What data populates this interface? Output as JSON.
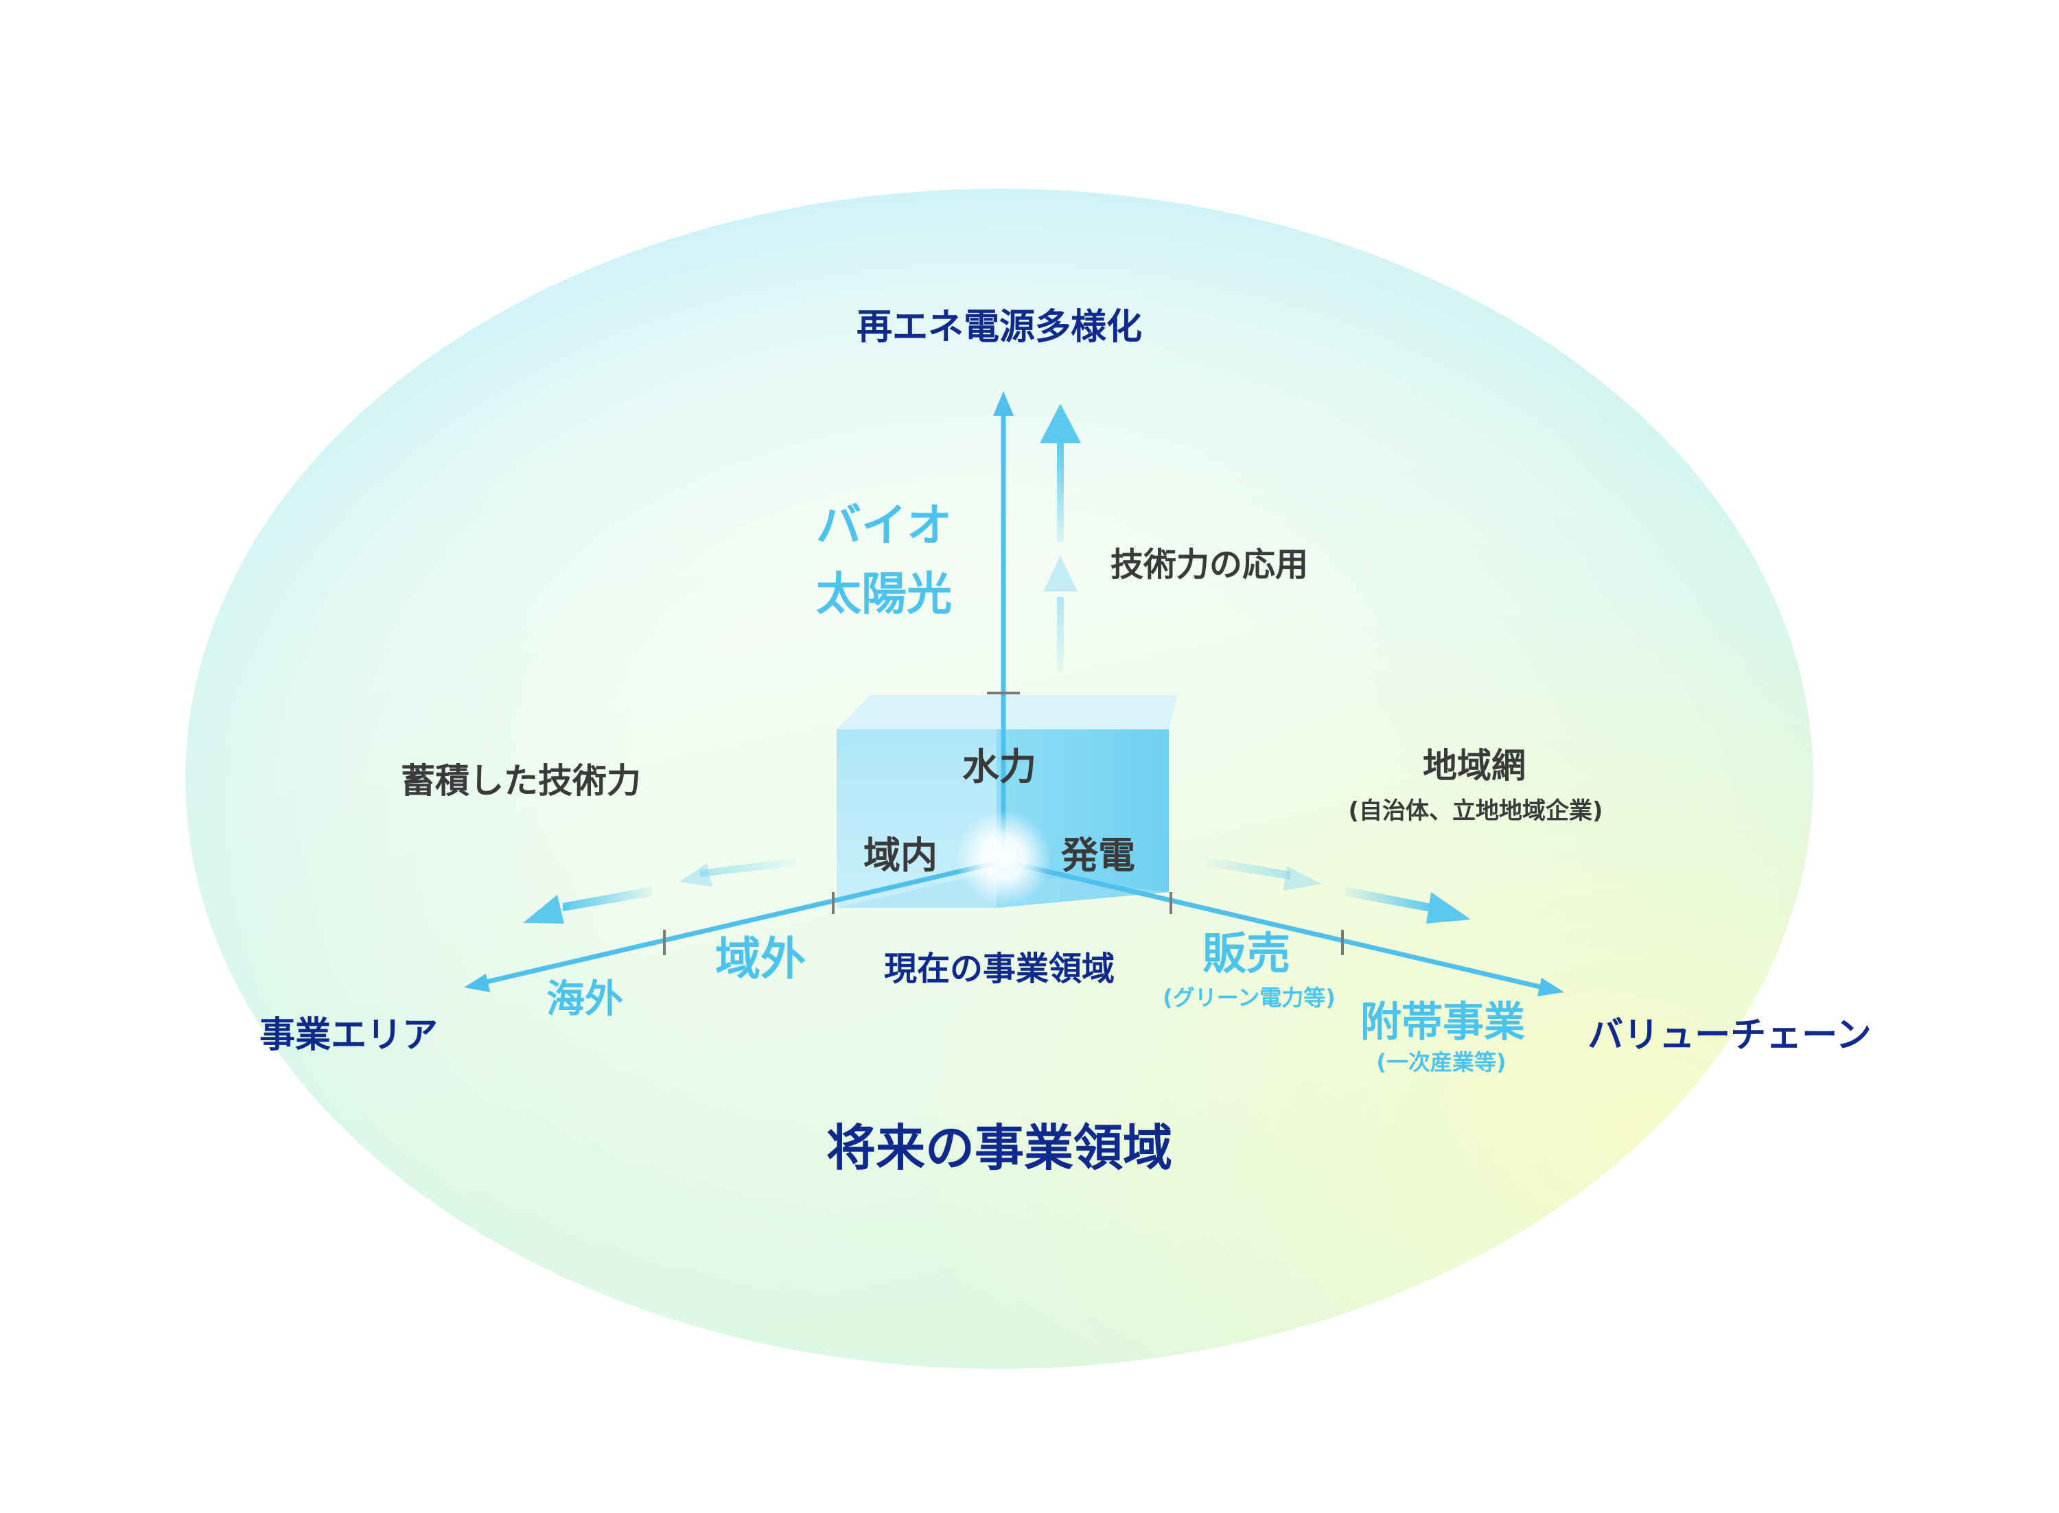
{
  "axes": {
    "top": "再エネ電源多様化",
    "left": "事業エリア",
    "right": "バリューチェーン"
  },
  "future_title": "将来の事業領域",
  "current_label": "現在の事業領域",
  "cube": {
    "top": "水力",
    "left": "域内",
    "right": "発電"
  },
  "vertical_items": [
    "バイオ",
    "太陽光"
  ],
  "left_items": {
    "inner": "域外",
    "outer": "海外"
  },
  "right_items": {
    "inner": "販売",
    "inner_sub": "(グリーン電力等)",
    "outer": "附帯事業",
    "outer_sub": "(一次産業等)"
  },
  "notes": {
    "tech_apply": "技術力の応用",
    "tech_accum": "蓄積した技術力",
    "regional": "地域網",
    "regional_sub": "(自治体、立地地域企業)"
  },
  "colors": {
    "navy": "#0f2a8c",
    "gray": "#3a3a3a",
    "sky": "#4cc3ec",
    "ellipse_cyan": "#bfeefa",
    "ellipse_green": "#d9f7d6",
    "ellipse_yellow": "#f8fbc8"
  }
}
